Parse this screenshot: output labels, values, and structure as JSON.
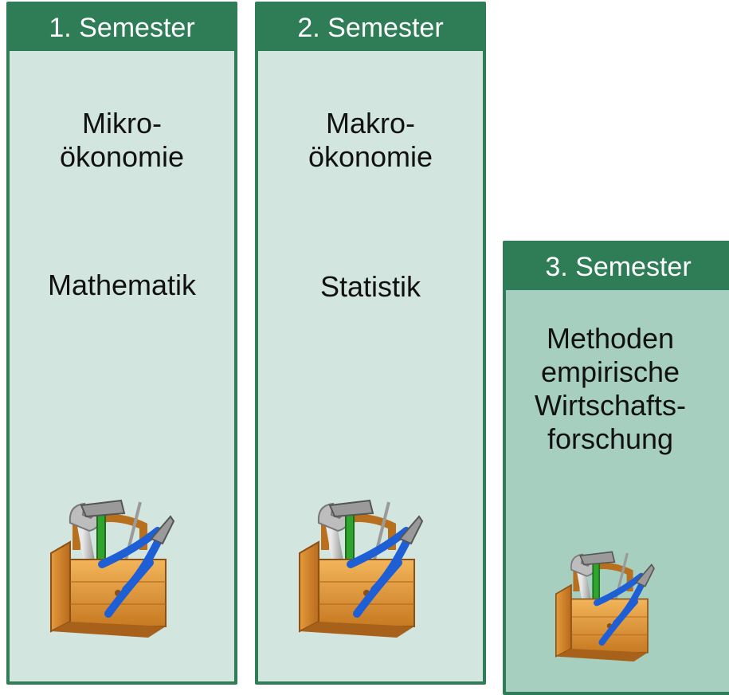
{
  "columns": [
    {
      "header": "1. Semester",
      "courses": [
        {
          "line1": "Mikro-",
          "line2": "ökonomie"
        },
        {
          "line1": "Mathematik",
          "line2": ""
        }
      ]
    },
    {
      "header": "2. Semester",
      "courses": [
        {
          "line1": "Makro-",
          "line2": "ökonomie"
        },
        {
          "line1": "Statistik",
          "line2": ""
        }
      ]
    },
    {
      "header": "3. Semester",
      "courses": [
        {
          "lines": [
            "Methoden",
            "empirische",
            "Wirtschafts-",
            "forschung"
          ]
        }
      ]
    }
  ],
  "colors": {
    "accent": "#2e7d57",
    "panel_light": "#d3e5df",
    "panel_dark": "#a6cfc0"
  },
  "icon": "toolbox-icon"
}
